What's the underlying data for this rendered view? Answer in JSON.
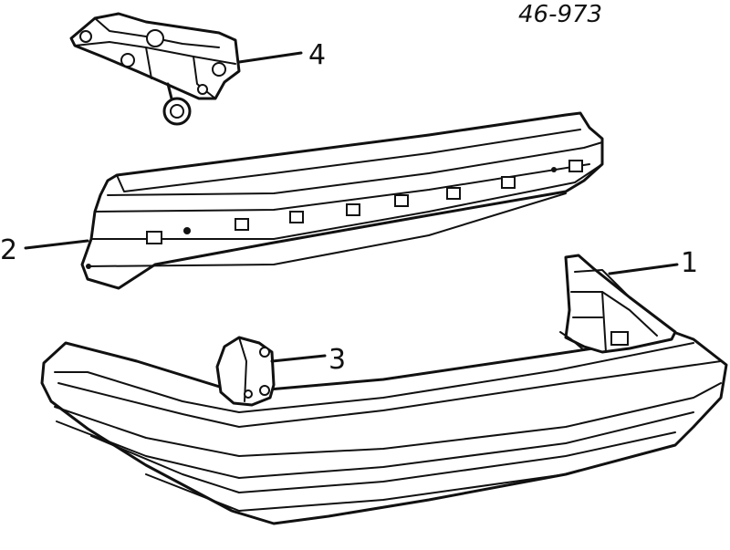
{
  "diagram": {
    "code": "46-973",
    "callouts": [
      {
        "id": "1",
        "label": "1"
      },
      {
        "id": "2",
        "label": "2"
      },
      {
        "id": "3",
        "label": "3"
      },
      {
        "id": "4",
        "label": "4"
      }
    ]
  }
}
